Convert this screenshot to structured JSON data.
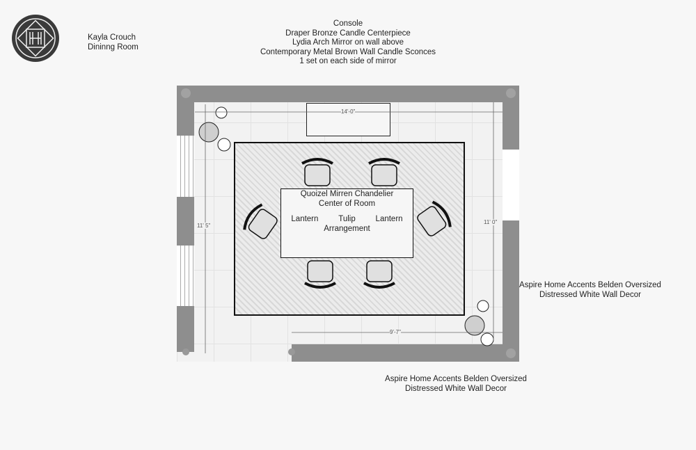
{
  "header": {
    "client": "Kayla Crouch",
    "room": "Dininng Room",
    "logo": "H"
  },
  "notes": {
    "console": [
      "Console",
      "Draper Bronze Candle Centerpiece",
      "Lydia Arch Mirror on wall above",
      "Contemporary Metal Brown Wall Candle Sconces",
      "1 set on each side of mirror"
    ],
    "table": [
      "Quoizel Mirren Chandelier",
      "Center of Room"
    ],
    "centerpiece": {
      "left": "Lantern",
      "middle": "Tulip",
      "middle2": "Arrangement",
      "right": "Lantern"
    },
    "wall_decor_right": [
      "Aspire Home Accents Belden Oversized",
      "Distressed White Wall Decor"
    ],
    "wall_decor_bottom": [
      "Aspire Home Accents Belden Oversized",
      "Distressed White Wall Decor"
    ]
  },
  "dimensions": {
    "top": "14'-0\"",
    "left": "11' 5\"",
    "right": "11' 0\"",
    "bottom": "9'-7\""
  }
}
